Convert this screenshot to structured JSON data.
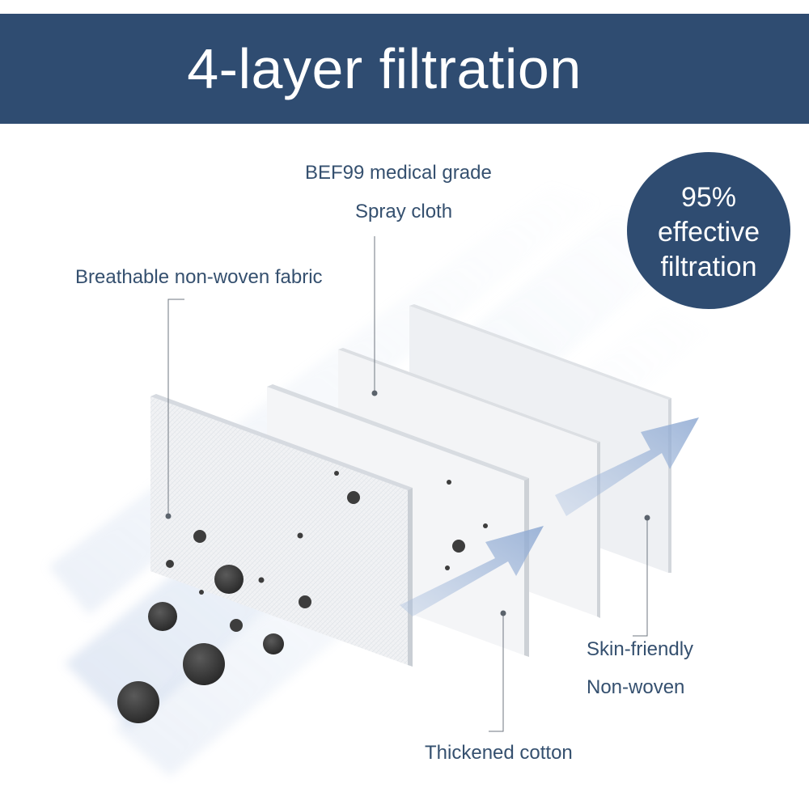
{
  "header": {
    "title": "4-layer filtration"
  },
  "badge": {
    "text": "95%\neffective\nfiltration"
  },
  "labels": {
    "bef99": "BEF99 medical grade",
    "spray": "Spray cloth",
    "breathable": "Breathable non-woven fabric",
    "skin": "Skin-friendly",
    "nonwoven": "Non-woven",
    "cotton": "Thickened cotton"
  },
  "colors": {
    "brand": "#2f4c71",
    "label_text": "#35506f",
    "leader_line": "#6f7780",
    "particle": "#3d3d3d",
    "layer_face": "#f2f3f5",
    "layer_edge": "#d5d8dc",
    "airflow": "#9fb6d8"
  }
}
